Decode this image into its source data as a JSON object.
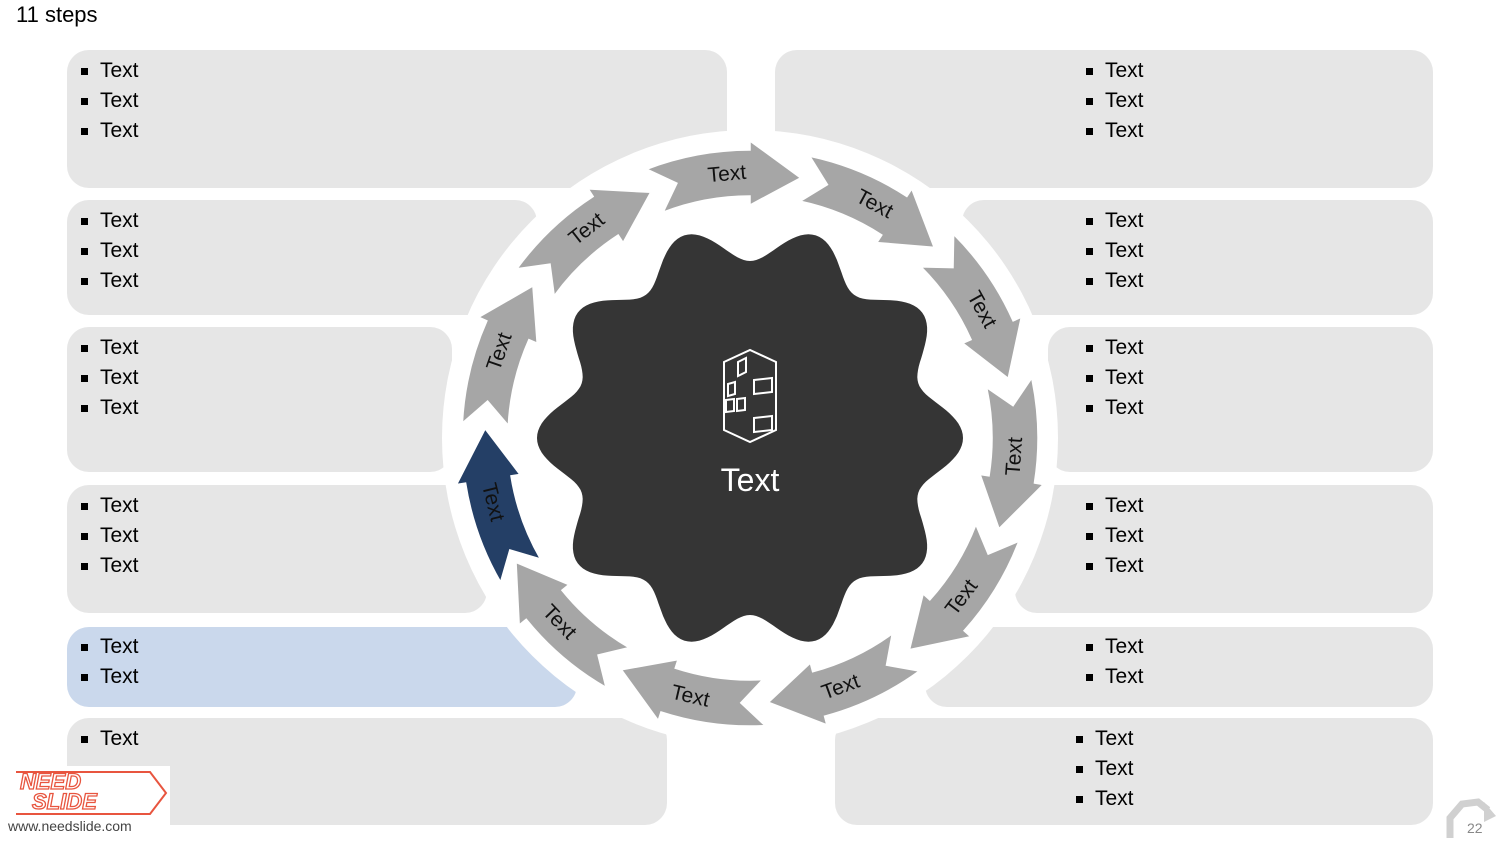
{
  "title": "11 steps",
  "center": {
    "label": "Text",
    "icon": "building-icon"
  },
  "steps": [
    "Text",
    "Text",
    "Text",
    "Text",
    "Text",
    "Text",
    "Text",
    "Text",
    "Text",
    "Text",
    "Text"
  ],
  "left_panels": [
    {
      "items": [
        "Text",
        "Text",
        "Text"
      ]
    },
    {
      "items": [
        "Text",
        "Text",
        "Text"
      ]
    },
    {
      "items": [
        "Text",
        "Text",
        "Text"
      ]
    },
    {
      "items": [
        "Text",
        "Text",
        "Text"
      ]
    },
    {
      "items": [
        "Text",
        "Text"
      ]
    },
    {
      "items": [
        "Text",
        "Text",
        "Text"
      ]
    }
  ],
  "right_panels": [
    {
      "items": [
        "Text",
        "Text",
        "Text"
      ]
    },
    {
      "items": [
        "Text",
        "Text",
        "Text"
      ]
    },
    {
      "items": [
        "Text",
        "Text",
        "Text"
      ]
    },
    {
      "items": [
        "Text",
        "Text",
        "Text"
      ]
    },
    {
      "items": [
        "Text",
        "Text"
      ]
    },
    {
      "items": [
        "Text",
        "Text",
        "Text"
      ]
    }
  ],
  "brand": {
    "line1": "NEED",
    "line2": "SLIDE",
    "url": "www.needslide.com"
  },
  "page_number": "22",
  "colors": {
    "panel": "#e6e6e6",
    "highlight_panel": "#cad8ec",
    "arrow": "#a6a6a6",
    "active_arrow": "#243f66",
    "center": "#353535"
  }
}
